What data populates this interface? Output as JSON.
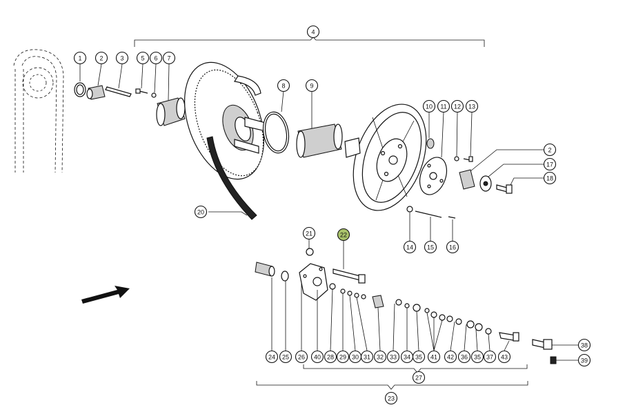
{
  "highlight_color": "#a9c26a",
  "callouts": [
    {
      "id": "c1",
      "label": "1"
    },
    {
      "id": "c2",
      "label": "2"
    },
    {
      "id": "c3",
      "label": "3"
    },
    {
      "id": "c4",
      "label": "4"
    },
    {
      "id": "c5",
      "label": "5"
    },
    {
      "id": "c6",
      "label": "6"
    },
    {
      "id": "c7",
      "label": "7"
    },
    {
      "id": "c8",
      "label": "8"
    },
    {
      "id": "c9",
      "label": "9"
    },
    {
      "id": "c10",
      "label": "10"
    },
    {
      "id": "c11",
      "label": "11"
    },
    {
      "id": "c12",
      "label": "12"
    },
    {
      "id": "c13",
      "label": "13"
    },
    {
      "id": "c2b",
      "label": "2"
    },
    {
      "id": "c17",
      "label": "17"
    },
    {
      "id": "c18",
      "label": "18"
    },
    {
      "id": "c20",
      "label": "20"
    },
    {
      "id": "c14",
      "label": "14"
    },
    {
      "id": "c15",
      "label": "15"
    },
    {
      "id": "c16",
      "label": "16"
    },
    {
      "id": "c21",
      "label": "21"
    },
    {
      "id": "c22",
      "label": "22",
      "highlight": true
    },
    {
      "id": "c24",
      "label": "24"
    },
    {
      "id": "c25",
      "label": "25"
    },
    {
      "id": "c26",
      "label": "26"
    },
    {
      "id": "c40",
      "label": "40"
    },
    {
      "id": "c28",
      "label": "28"
    },
    {
      "id": "c29",
      "label": "29"
    },
    {
      "id": "c30",
      "label": "30"
    },
    {
      "id": "c31",
      "label": "31"
    },
    {
      "id": "c32",
      "label": "32"
    },
    {
      "id": "c33",
      "label": "33"
    },
    {
      "id": "c34",
      "label": "34"
    },
    {
      "id": "c35",
      "label": "35"
    },
    {
      "id": "c41",
      "label": "41"
    },
    {
      "id": "c42",
      "label": "42"
    },
    {
      "id": "c36",
      "label": "36"
    },
    {
      "id": "c35b",
      "label": "35"
    },
    {
      "id": "c37",
      "label": "37"
    },
    {
      "id": "c43",
      "label": "43"
    },
    {
      "id": "c38",
      "label": "38"
    },
    {
      "id": "c39",
      "label": "39"
    },
    {
      "id": "c27",
      "label": "27"
    },
    {
      "id": "c23",
      "label": "23"
    }
  ]
}
